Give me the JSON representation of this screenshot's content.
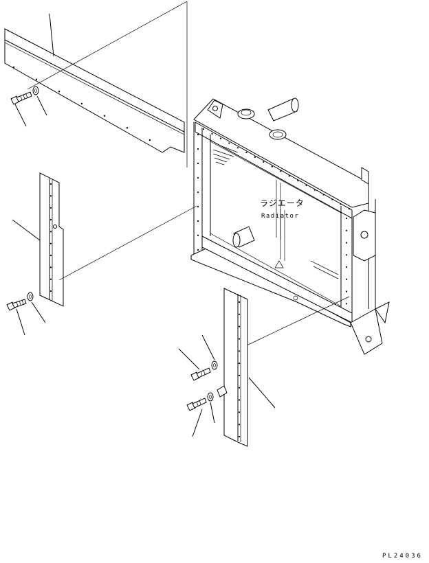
{
  "labels": {
    "radiator_jp": "ラジエータ",
    "radiator_en": "Radiator",
    "drawing_code": "PL24036"
  },
  "colors": {
    "line": "#000000",
    "background": "#ffffff"
  }
}
